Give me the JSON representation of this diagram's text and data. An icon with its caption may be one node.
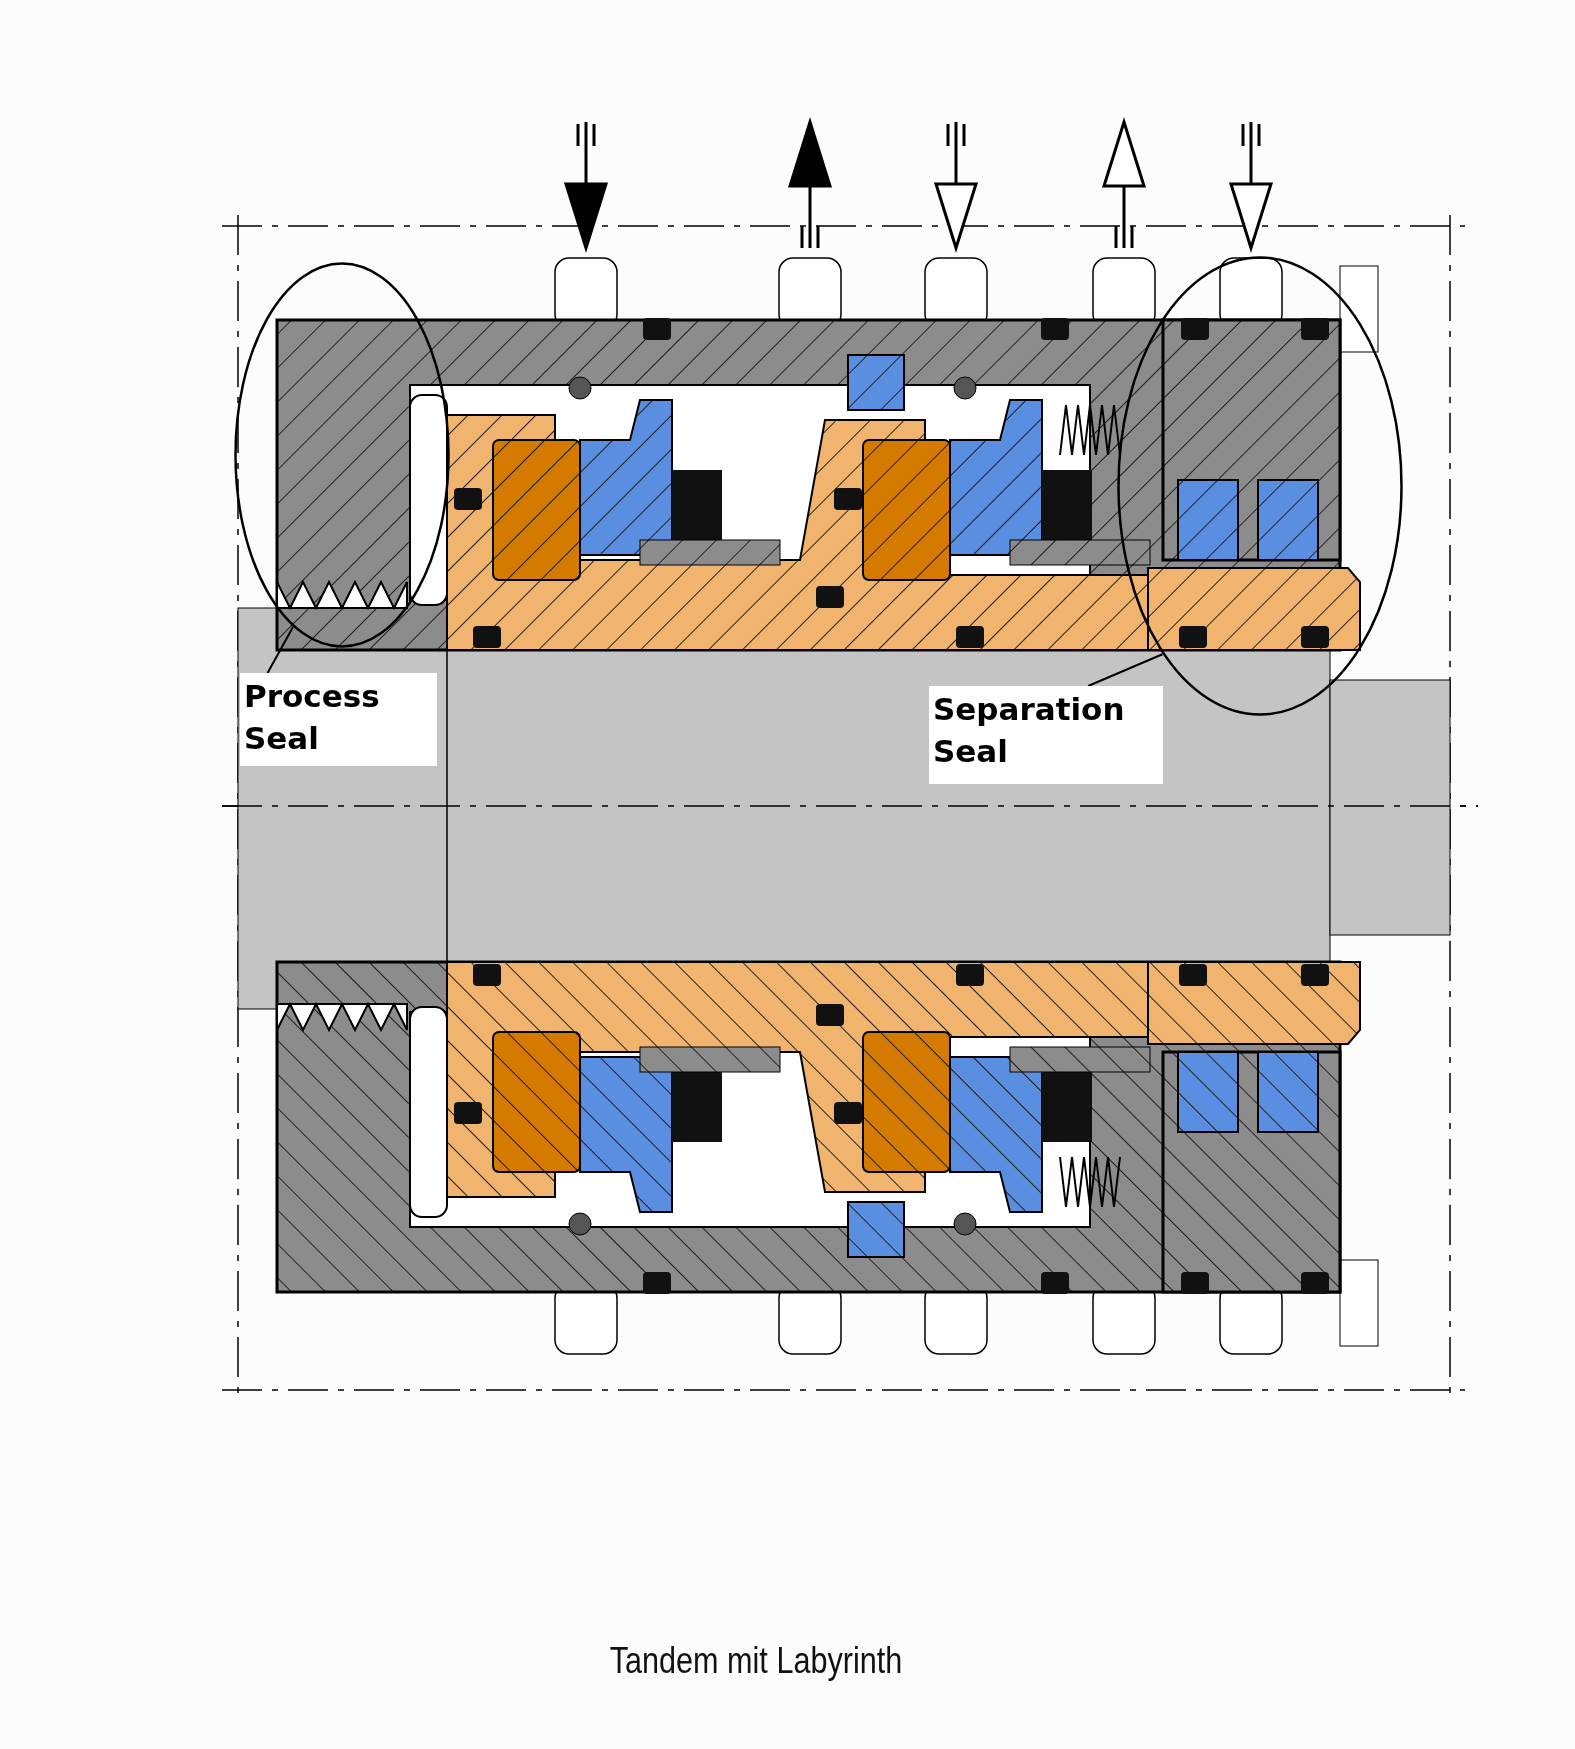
{
  "diagram": {
    "caption": "Tandem mit Labyrinth",
    "nodes": [
      {
        "text": [
          "Process Seal"
        ]
      },
      {
        "text": [],
        "shape": "circle"
      },
      {
        "text": [
          "Separation Seal"
        ]
      },
      {
        "text": [],
        "shape": "circle"
      }
    ],
    "edges": [
      {
        "from": 0,
        "to": 1,
        "arrow": "none"
      },
      {
        "from": 2,
        "to": 3,
        "arrow": "none"
      }
    ]
  }
}
